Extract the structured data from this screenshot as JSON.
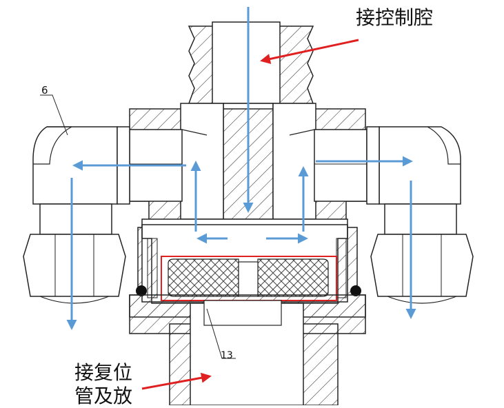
{
  "labels": {
    "top_label": "接控制腔",
    "bottom_label_line1": "接复位",
    "bottom_label_line2": "管及放",
    "part_6": "6",
    "part_13": "13"
  },
  "colors": {
    "flow_arrow": "#5b9bd5",
    "pointer_arrow": "#e02020",
    "filter_outline": "#e02020",
    "outline": "#222222"
  }
}
